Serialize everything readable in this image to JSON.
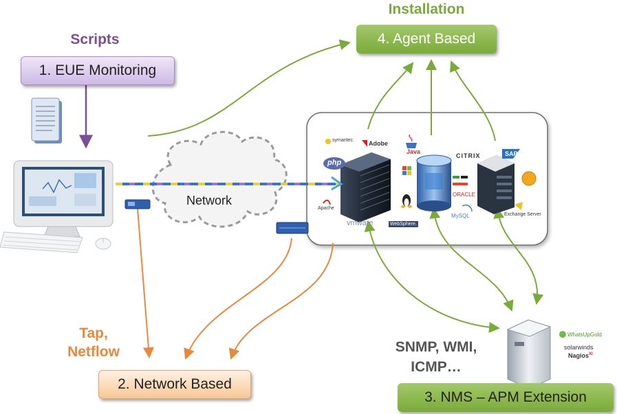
{
  "labels": {
    "installation": "Installation",
    "scripts": "Scripts",
    "tap": "Tap,",
    "netflow": "Netflow",
    "snmp_line1": "SNMP, WMI,",
    "snmp_line2": "ICMP…",
    "network": "Network"
  },
  "boxes": {
    "agent": "4. Agent Based",
    "eue": "1. EUE Monitoring",
    "network_based": "2. Network Based",
    "nms": "3. NMS – APM Extension"
  },
  "vendors": {
    "symantec": "symantec.",
    "adobe": "Adobe",
    "java": "Java",
    "citrix": "CITRIX",
    "sap": "SAP",
    "php": "php",
    "apache": "Apache",
    "vmware": "vmware",
    "websphere": "WebSphere.",
    "oracle": "ORACLE",
    "mysql": "MySQL",
    "exchange": "Exchange Server",
    "whatsup": "WhatsUpGold",
    "solarwinds": "solarwinds",
    "nagios": "Nagios",
    "nagios_xi": "XI"
  },
  "colors": {
    "purple": "#7a4f9a",
    "green": "#7aab3a",
    "orange": "#e8883a",
    "blue_link": "#3b73c8"
  }
}
